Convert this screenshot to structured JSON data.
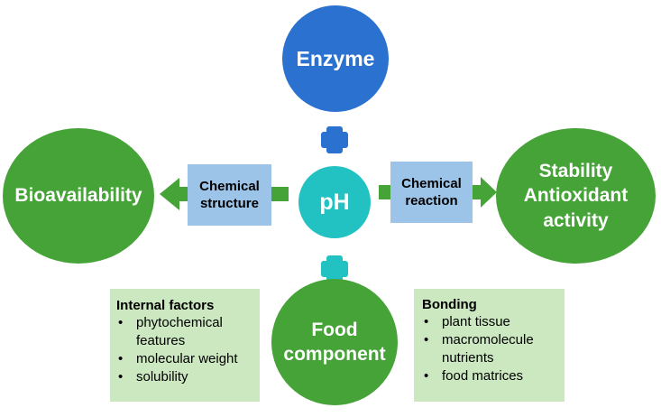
{
  "nodes": {
    "enzyme": "Enzyme",
    "bioavailability": "Bioavailability",
    "ph": "pH",
    "stability": "Stability\nAntioxidant\nactivity",
    "food_component": "Food\ncomponent",
    "chemical_structure": "Chemical\nstructure",
    "chemical_reaction": "Chemical\nreaction"
  },
  "internal_factors": {
    "title": "Internal factors",
    "items": [
      "phytochemical features",
      "molecular weight",
      "solubility"
    ]
  },
  "bonding": {
    "title": "Bonding",
    "items": [
      "plant tissue",
      "macromolecule nutrients",
      "food matrices"
    ]
  },
  "colors": {
    "enzyme": "#2b72d0",
    "green": "#46a338",
    "ph": "#22c2c2",
    "chemical_box": "#9cc4e8",
    "factor_box": "#cce8c1"
  }
}
